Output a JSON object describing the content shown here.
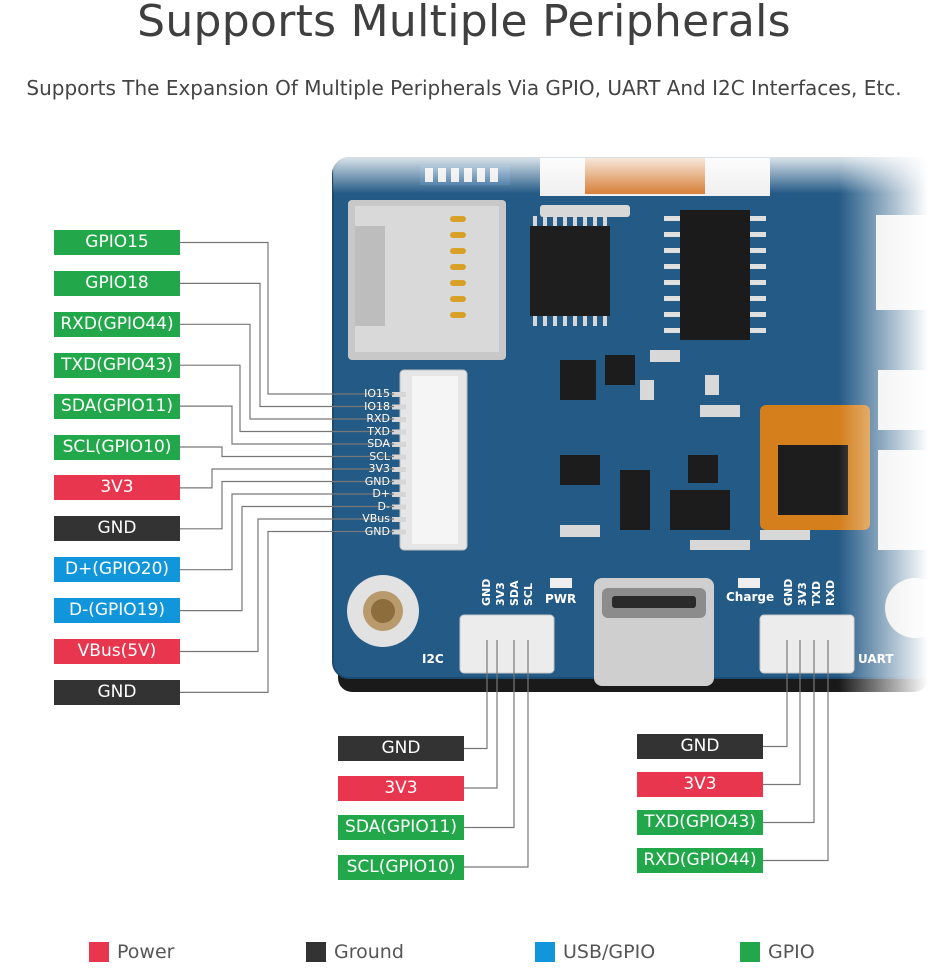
{
  "title": "Supports Multiple Peripherals",
  "subtitle": "Supports The Expansion Of Multiple Peripherals Via GPIO, UART And I2C Interfaces, Etc.",
  "colors": {
    "power": "#e8364f",
    "ground": "#333333",
    "usb_gpio": "#1296db",
    "gpio": "#22a84a"
  },
  "left_pins": [
    {
      "label": "GPIO15",
      "type": "gpio"
    },
    {
      "label": "GPIO18",
      "type": "gpio"
    },
    {
      "label": "RXD(GPIO44)",
      "type": "gpio"
    },
    {
      "label": "TXD(GPIO43)",
      "type": "gpio"
    },
    {
      "label": "SDA(GPIO11)",
      "type": "gpio"
    },
    {
      "label": "SCL(GPIO10)",
      "type": "gpio"
    },
    {
      "label": "3V3",
      "type": "power"
    },
    {
      "label": "GND",
      "type": "ground"
    },
    {
      "label": "D+(GPIO20)",
      "type": "usb_gpio"
    },
    {
      "label": "D-(GPIO19)",
      "type": "usb_gpio"
    },
    {
      "label": "VBus(5V)",
      "type": "power"
    },
    {
      "label": "GND",
      "type": "ground"
    }
  ],
  "fpc_labels": [
    "IO15",
    "IO18",
    "RXD",
    "TXD",
    "SDA",
    "SCL",
    "3V3",
    "GND",
    "D+",
    "D-",
    "VBus",
    "GND"
  ],
  "i2c_pins": [
    {
      "label": "GND",
      "type": "ground"
    },
    {
      "label": "3V3",
      "type": "power"
    },
    {
      "label": "SDA(GPIO11)",
      "type": "gpio"
    },
    {
      "label": "SCL(GPIO10)",
      "type": "gpio"
    }
  ],
  "uart_pins": [
    {
      "label": "GND",
      "type": "ground"
    },
    {
      "label": "3V3",
      "type": "power"
    },
    {
      "label": "TXD(GPIO43)",
      "type": "gpio"
    },
    {
      "label": "RXD(GPIO44)",
      "type": "gpio"
    }
  ],
  "board": {
    "i2c_header": [
      "GND",
      "3V3",
      "SDA",
      "SCL"
    ],
    "uart_header": [
      "GND",
      "3V3",
      "TXD",
      "RXD"
    ],
    "i2c_label": "I2C",
    "uart_label": "UART",
    "pwr_label": "PWR",
    "charge_label": "Charge"
  },
  "legend": [
    {
      "label": "Power",
      "type": "power"
    },
    {
      "label": "Ground",
      "type": "ground"
    },
    {
      "label": "USB/GPIO",
      "type": "usb_gpio"
    },
    {
      "label": "GPIO",
      "type": "gpio"
    }
  ]
}
